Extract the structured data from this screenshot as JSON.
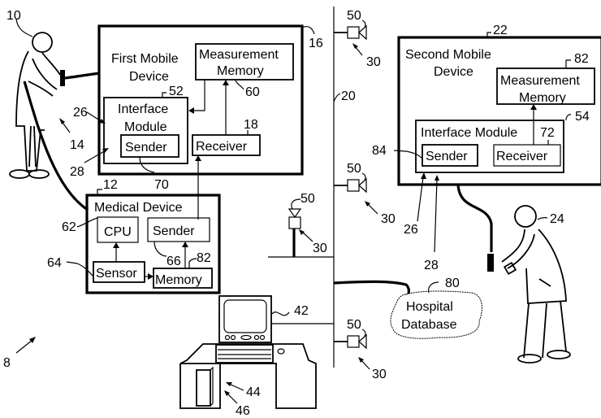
{
  "figure": {
    "system_ref": "8",
    "network_ref": "20",
    "first_user": {
      "ref": "10",
      "link_ref": "14"
    },
    "second_user": {
      "ref": "24"
    },
    "first_mobile_device": {
      "title_line1": "First Mobile",
      "title_line2": "Device",
      "ref": "16",
      "measurement_memory": {
        "line1": "Measurement",
        "line2": "Memory",
        "ref": "60"
      },
      "interface_module": {
        "line1": "Interface",
        "line2": "Module",
        "ref": "52"
      },
      "sender": {
        "label": "Sender",
        "ref": "70"
      },
      "receiver": {
        "label": "Receiver",
        "ref": "18"
      },
      "arrow_refs": [
        "26",
        "28"
      ]
    },
    "medical_device": {
      "title": "Medical Device",
      "ref": "12",
      "cpu": {
        "label": "CPU",
        "ref": "62"
      },
      "sender": {
        "label": "Sender",
        "ref": "66"
      },
      "sensor": {
        "label": "Sensor",
        "ref": "64"
      },
      "memory": {
        "label": "Memory",
        "ref": "82"
      }
    },
    "second_mobile_device": {
      "title_line1": "Second Mobile",
      "title_line2": "Device",
      "ref": "22",
      "measurement_memory": {
        "line1": "Measurement",
        "line2": "Memory",
        "ref": "82"
      },
      "interface_module": {
        "label": "Interface Module",
        "ref": "54"
      },
      "sender": {
        "label": "Sender",
        "ref": "84"
      },
      "receiver": {
        "label": "Receiver",
        "ref": "72"
      },
      "arrow_refs": [
        "26",
        "28"
      ]
    },
    "access_points": [
      {
        "antenna_ref": "50",
        "node_ref": "30"
      },
      {
        "antenna_ref": "50",
        "node_ref": "30"
      },
      {
        "antenna_ref": "50",
        "node_ref": "30"
      },
      {
        "antenna_ref": "50",
        "node_ref": "30"
      }
    ],
    "hospital_database": {
      "line1": "Hospital",
      "line2": "Database",
      "ref": "80"
    },
    "workstation": {
      "computer_ref": "42",
      "desk_ref": "44",
      "tower_ref": "46"
    }
  }
}
